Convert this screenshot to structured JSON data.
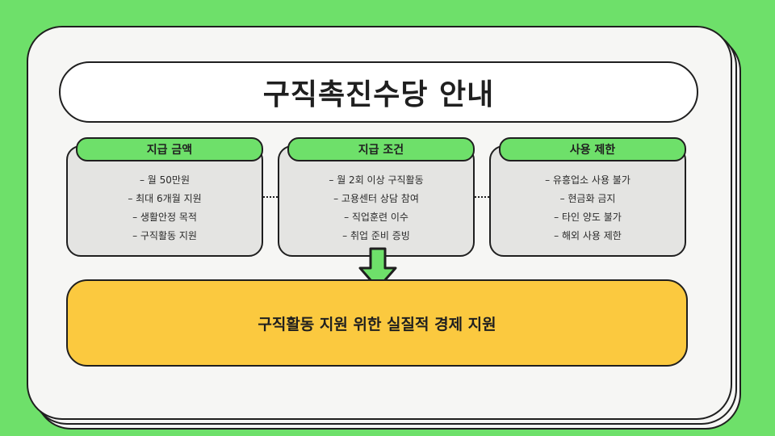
{
  "title": "구직촉진수당 안내",
  "panels": [
    {
      "header": "지급 금액",
      "items": [
        "– 월 50만원",
        "– 최대 6개월 지원",
        "– 생활안정 목적",
        "– 구직활동 지원"
      ]
    },
    {
      "header": "지급 조건",
      "items": [
        "– 월 2회 이상 구직활동",
        "– 고용센터 상담 참여",
        "– 직업훈련 이수",
        "– 취업 준비 증빙"
      ]
    },
    {
      "header": "사용 제한",
      "items": [
        "– 유흥업소 사용 불가",
        "– 현금화 금지",
        "– 타인 양도 불가",
        "– 해외 사용 제한"
      ]
    }
  ],
  "result": "구직활동 지원 위한 실질적 경제 지원",
  "colors": {
    "background": "#6ee06a",
    "card": "#f6f6f4",
    "panel": "#e4e4e2",
    "pill": "#6ee06a",
    "result": "#fbc93f",
    "arrow": "#6ee06a",
    "outline": "#1f1f1f"
  }
}
